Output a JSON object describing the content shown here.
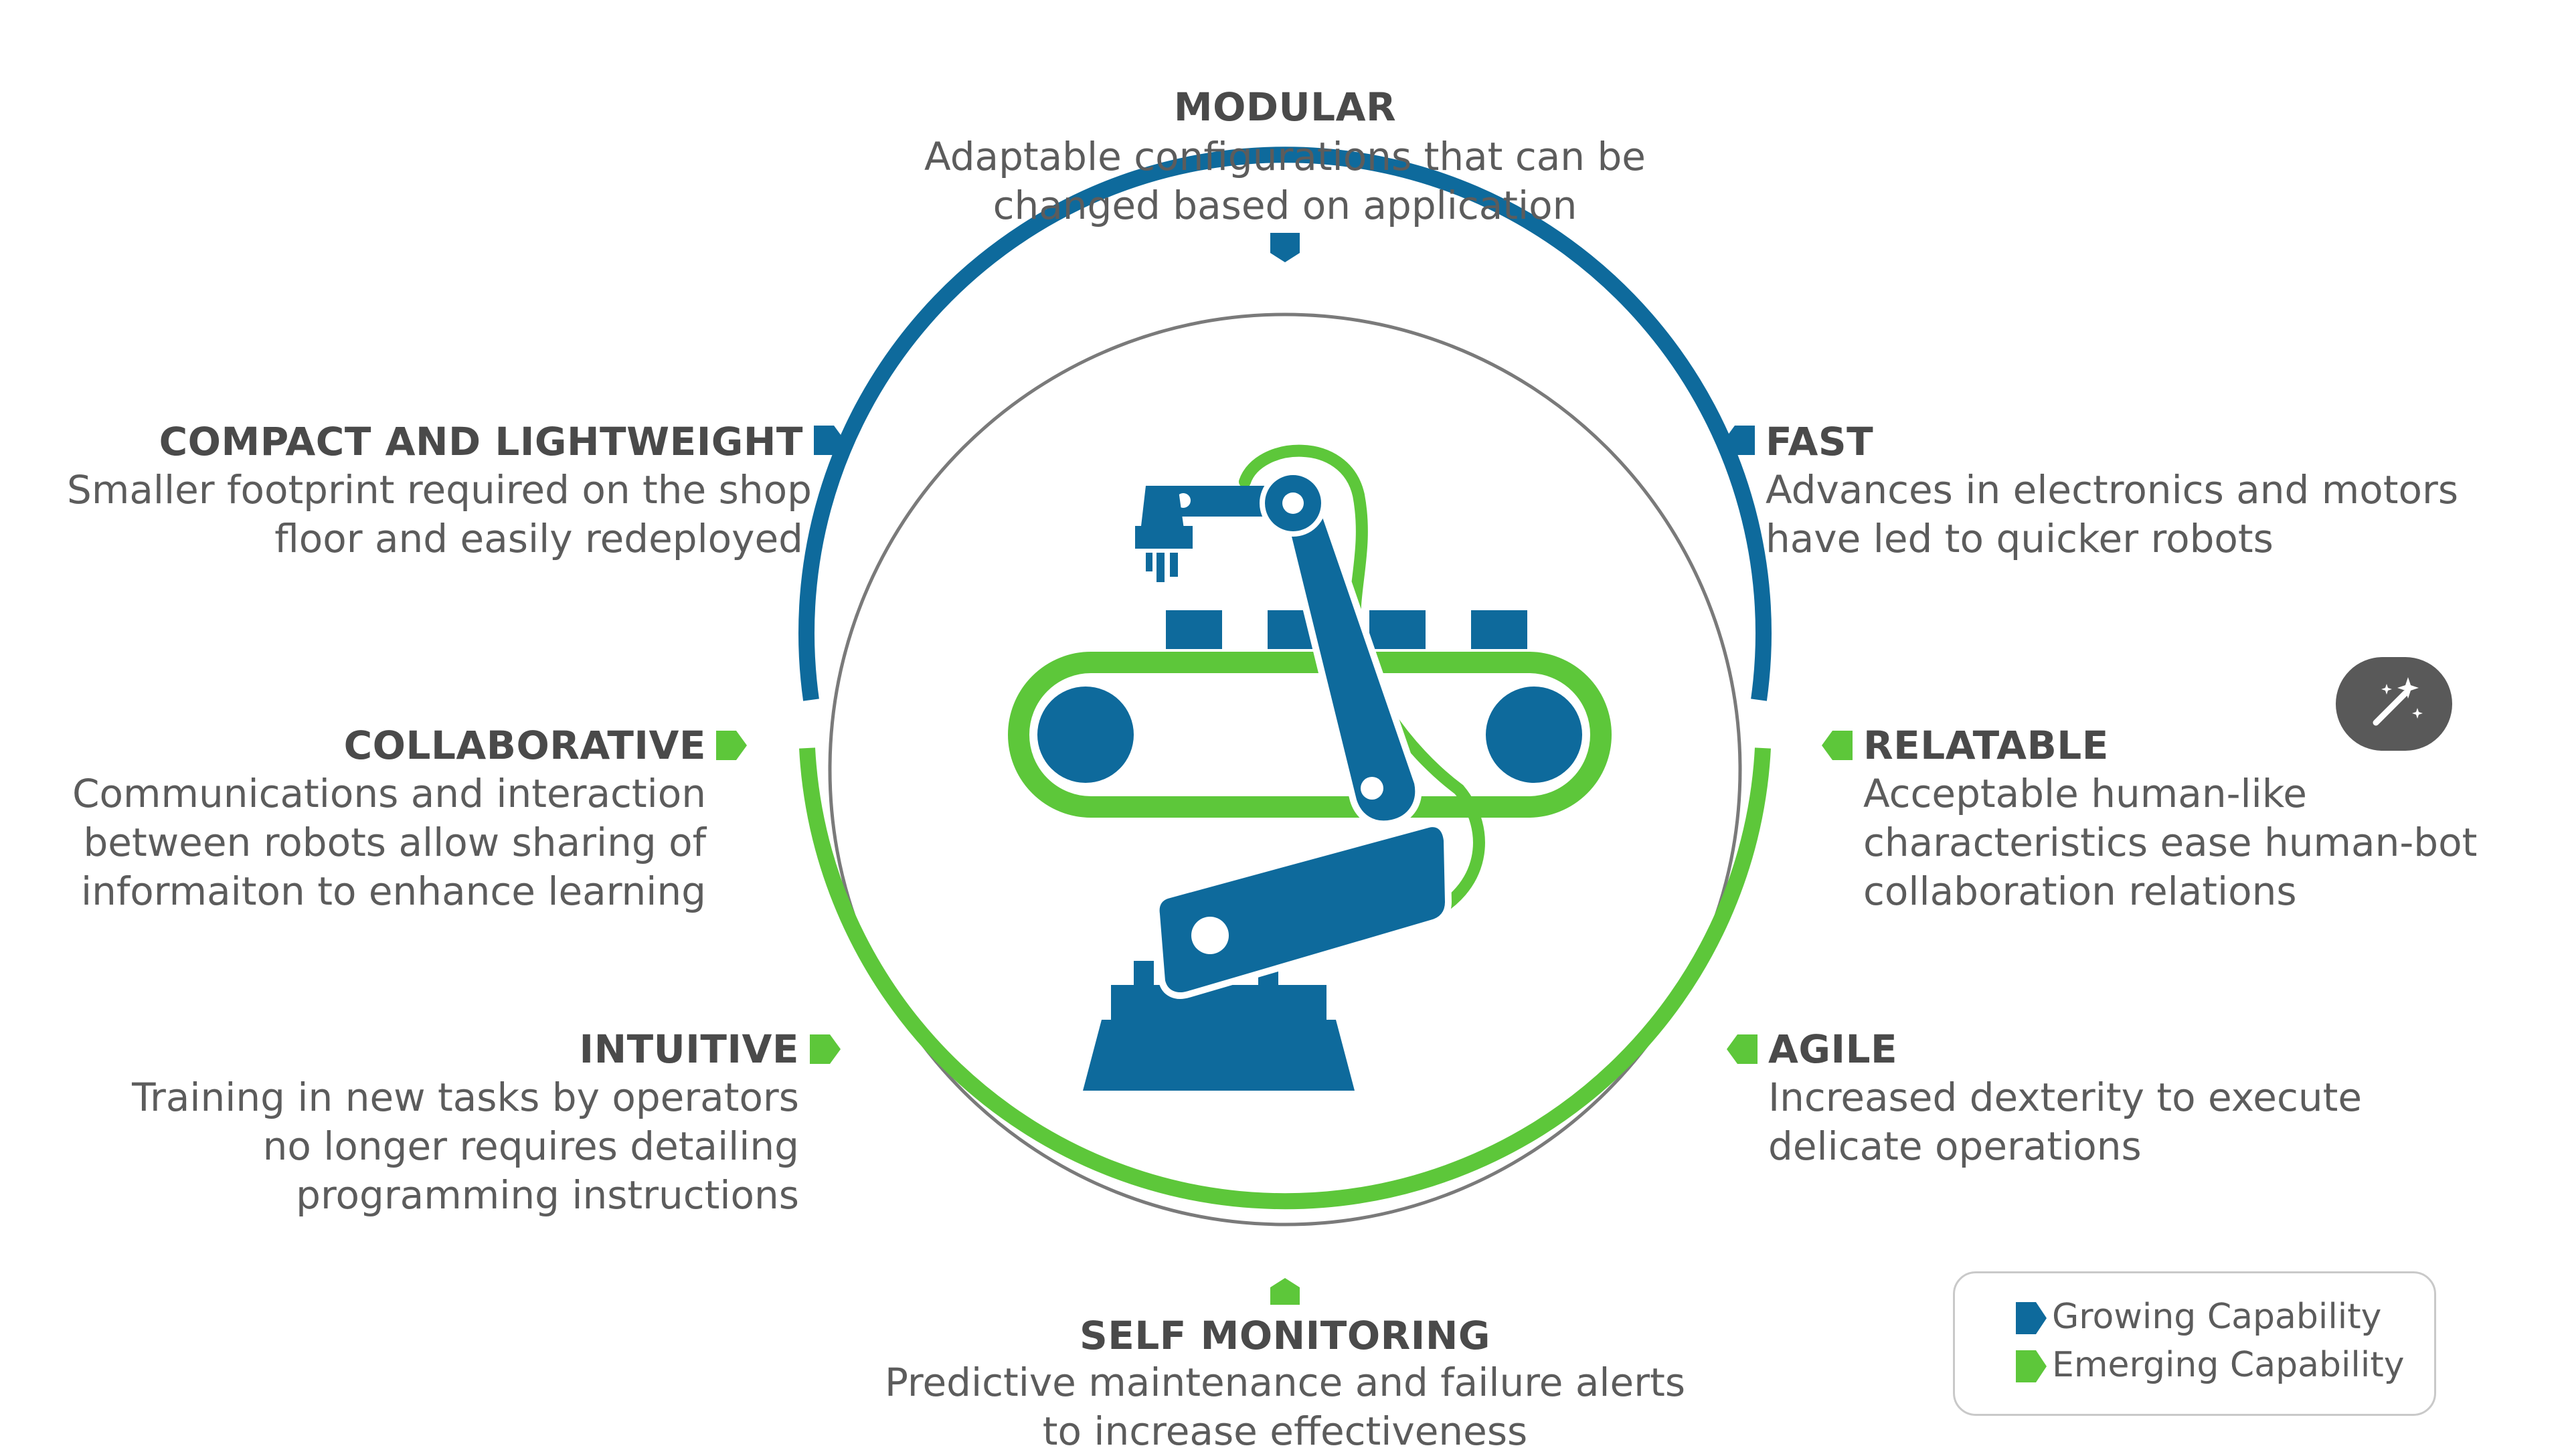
{
  "colors": {
    "growing": "#0e6a9c",
    "emerging": "#5dc73a",
    "outline": "#7a7a7a",
    "text_title": "#4a4a4a",
    "text_body": "#5c5c5c"
  },
  "features": {
    "modular": {
      "title": "MODULAR",
      "line1": "Adaptable configurations that can be",
      "line2": "changed based on application",
      "capability": "growing"
    },
    "compact": {
      "title": "COMPACT AND LIGHTWEIGHT",
      "line1": "Smaller footprint required on the shop",
      "line2": "floor and easily redeployed",
      "capability": "growing"
    },
    "fast": {
      "title": "FAST",
      "line1": "Advances in electronics and motors",
      "line2": "have led to quicker robots",
      "capability": "growing"
    },
    "collaborative": {
      "title": "COLLABORATIVE",
      "line1": "Communications and interaction",
      "line2": "between robots allow sharing of",
      "line3": "informaiton to enhance learning",
      "capability": "emerging"
    },
    "relatable": {
      "title": "RELATABLE",
      "line1": "Acceptable human-like",
      "line2": "characteristics ease human-bot",
      "line3": "collaboration relations",
      "capability": "emerging"
    },
    "intuitive": {
      "title": "INTUITIVE",
      "line1": "Training in new tasks by operators",
      "line2": "no longer requires detailing",
      "line3": "programming instructions",
      "capability": "emerging"
    },
    "agile": {
      "title": "AGILE",
      "line1": "Increased dexterity to execute",
      "line2": "delicate operations",
      "capability": "emerging"
    },
    "self_monitoring": {
      "title": "SELF MONITORING",
      "line1": "Predictive maintenance and failure alerts",
      "line2": "to increase effectiveness",
      "capability": "emerging"
    }
  },
  "legend": {
    "growing_label": "Growing Capability",
    "emerging_label": "Emerging Capability"
  },
  "icons": {
    "center": "robot-arm-icon",
    "floating_button": "magic-wand-icon"
  }
}
